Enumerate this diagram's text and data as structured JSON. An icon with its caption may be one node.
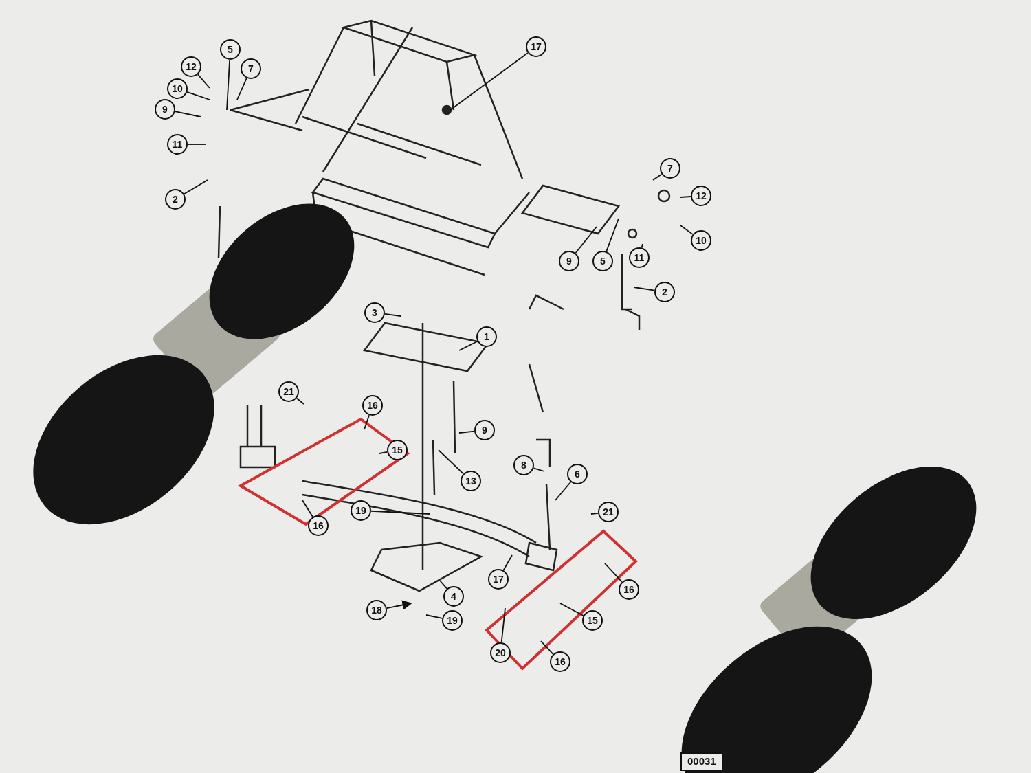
{
  "diagram": {
    "nodes": [
      {
        "text": [
          "12"
        ]
      },
      {
        "text": [
          "5"
        ]
      },
      {
        "text": [
          "7"
        ]
      },
      {
        "text": [
          "10"
        ]
      },
      {
        "text": [
          "9"
        ]
      },
      {
        "text": [
          "11"
        ]
      },
      {
        "text": [
          "2"
        ]
      },
      {
        "text": [
          "17"
        ]
      },
      {
        "text": [
          "7"
        ]
      },
      {
        "text": [
          "12"
        ]
      },
      {
        "text": [
          "10"
        ]
      },
      {
        "text": [
          "9"
        ]
      },
      {
        "text": [
          "5"
        ]
      },
      {
        "text": [
          "11"
        ]
      },
      {
        "text": [
          "2"
        ]
      },
      {
        "text": [
          "3"
        ]
      },
      {
        "text": [
          "1"
        ]
      },
      {
        "text": [
          "21"
        ]
      },
      {
        "text": [
          "16"
        ]
      },
      {
        "text": [
          "15"
        ]
      },
      {
        "text": [
          "9"
        ]
      },
      {
        "text": [
          "13"
        ]
      },
      {
        "text": [
          "8"
        ]
      },
      {
        "text": [
          "6"
        ]
      },
      {
        "text": [
          "21"
        ]
      },
      {
        "text": [
          "19"
        ]
      },
      {
        "text": [
          "16"
        ]
      },
      {
        "text": [
          "17"
        ]
      },
      {
        "text": [
          "16"
        ]
      },
      {
        "text": [
          "4"
        ]
      },
      {
        "text": [
          "18"
        ]
      },
      {
        "text": [
          "19"
        ]
      },
      {
        "text": [
          "15"
        ]
      },
      {
        "text": [
          "20"
        ]
      },
      {
        "text": [
          "16"
        ]
      }
    ],
    "edges": [
      {
        "from": 0,
        "to": null,
        "arrow": "none"
      },
      {
        "from": 1,
        "to": null,
        "arrow": "none"
      },
      {
        "from": 2,
        "to": null,
        "arrow": "none"
      },
      {
        "from": 3,
        "to": null,
        "arrow": "none"
      },
      {
        "from": 4,
        "to": null,
        "arrow": "none"
      },
      {
        "from": 5,
        "to": null,
        "arrow": "none"
      },
      {
        "from": 6,
        "to": null,
        "arrow": "none"
      },
      {
        "from": 7,
        "to": null,
        "arrow": "none"
      },
      {
        "from": 8,
        "to": null,
        "arrow": "none"
      },
      {
        "from": 9,
        "to": null,
        "arrow": "none"
      },
      {
        "from": 10,
        "to": null,
        "arrow": "none"
      },
      {
        "from": 11,
        "to": null,
        "arrow": "none"
      },
      {
        "from": 12,
        "to": null,
        "arrow": "none"
      },
      {
        "from": 13,
        "to": null,
        "arrow": "none"
      },
      {
        "from": 14,
        "to": null,
        "arrow": "none"
      },
      {
        "from": 15,
        "to": null,
        "arrow": "none"
      },
      {
        "from": 16,
        "to": null,
        "arrow": "none"
      },
      {
        "from": 17,
        "to": null,
        "arrow": "none"
      },
      {
        "from": 18,
        "to": null,
        "arrow": "none"
      },
      {
        "from": 19,
        "to": null,
        "arrow": "none"
      },
      {
        "from": 20,
        "to": null,
        "arrow": "none"
      },
      {
        "from": 21,
        "to": null,
        "arrow": "none"
      },
      {
        "from": 22,
        "to": null,
        "arrow": "none"
      },
      {
        "from": 23,
        "to": null,
        "arrow": "none"
      },
      {
        "from": 24,
        "to": null,
        "arrow": "none"
      },
      {
        "from": 25,
        "to": null,
        "arrow": "none"
      },
      {
        "from": 26,
        "to": null,
        "arrow": "none"
      },
      {
        "from": 27,
        "to": null,
        "arrow": "none"
      },
      {
        "from": 28,
        "to": null,
        "arrow": "none"
      },
      {
        "from": 29,
        "to": null,
        "arrow": "none"
      },
      {
        "from": 30,
        "to": null,
        "arrow": "to"
      },
      {
        "from": 31,
        "to": null,
        "arrow": "none"
      },
      {
        "from": 32,
        "to": null,
        "arrow": "none"
      },
      {
        "from": 33,
        "to": null,
        "arrow": "none"
      },
      {
        "from": 34,
        "to": null,
        "arrow": "none"
      }
    ],
    "labels": [
      "00031"
    ]
  }
}
